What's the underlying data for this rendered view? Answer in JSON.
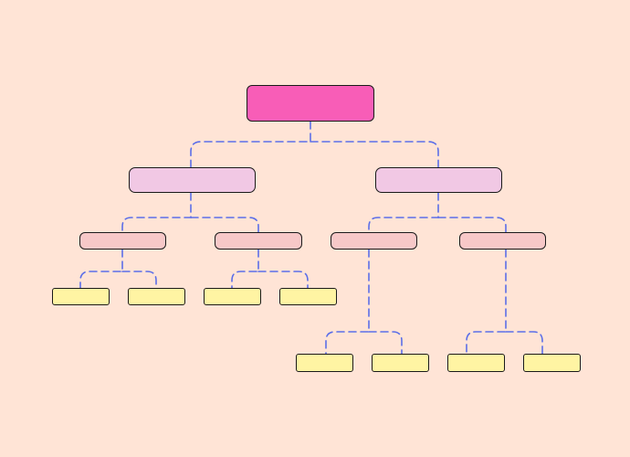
{
  "diagram": {
    "colors": {
      "background": "#FFE4D6",
      "connector": "#5B6EE8",
      "level0": "#F85DB7",
      "level1": "#F1C8E4",
      "level2": "#F7C8C8",
      "level3": "#FFF4A3",
      "outline": "#1a1a1a"
    },
    "nodes": [
      {
        "id": "root",
        "level": 0,
        "label": ""
      },
      {
        "id": "branch-left",
        "level": 1,
        "label": "",
        "parent": "root"
      },
      {
        "id": "branch-right",
        "level": 1,
        "label": "",
        "parent": "root"
      },
      {
        "id": "sub-1",
        "level": 2,
        "label": "",
        "parent": "branch-left"
      },
      {
        "id": "sub-2",
        "level": 2,
        "label": "",
        "parent": "branch-left"
      },
      {
        "id": "sub-3",
        "level": 2,
        "label": "",
        "parent": "branch-right"
      },
      {
        "id": "sub-4",
        "level": 2,
        "label": "",
        "parent": "branch-right"
      },
      {
        "id": "leaf-1",
        "level": 3,
        "label": "",
        "parent": "sub-1"
      },
      {
        "id": "leaf-2",
        "level": 3,
        "label": "",
        "parent": "sub-1"
      },
      {
        "id": "leaf-3",
        "level": 3,
        "label": "",
        "parent": "sub-2"
      },
      {
        "id": "leaf-4",
        "level": 3,
        "label": "",
        "parent": "sub-2"
      },
      {
        "id": "leaf-5",
        "level": 3,
        "label": "",
        "parent": "sub-3"
      },
      {
        "id": "leaf-6",
        "level": 3,
        "label": "",
        "parent": "sub-3"
      },
      {
        "id": "leaf-7",
        "level": 3,
        "label": "",
        "parent": "sub-4"
      },
      {
        "id": "leaf-8",
        "level": 3,
        "label": "",
        "parent": "sub-4"
      }
    ]
  }
}
